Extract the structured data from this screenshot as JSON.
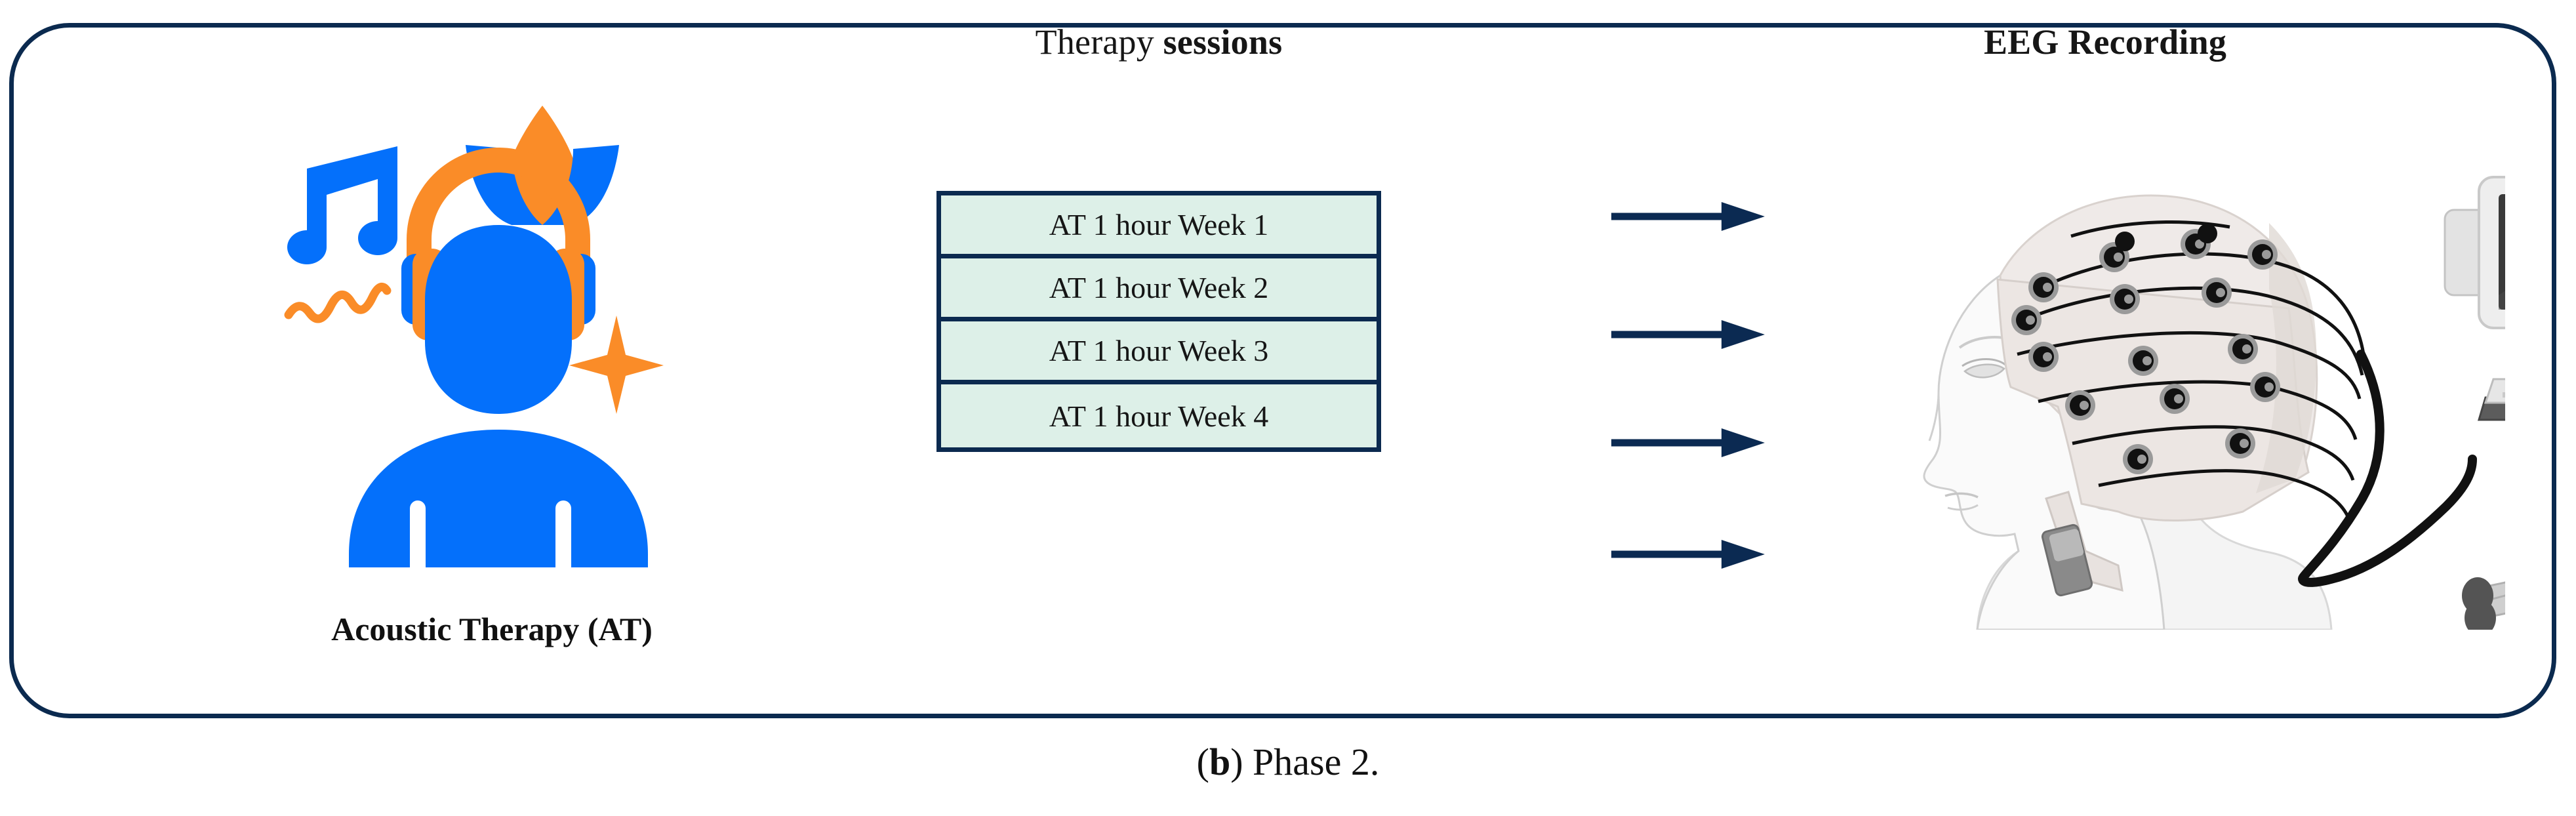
{
  "panel": {
    "border_color": "#0b2a4f",
    "background": "#ffffff"
  },
  "headings": {
    "therapy_prefix": "Therapy ",
    "therapy_bold": "sessions",
    "eeg": "EEG Recording"
  },
  "acoustic": {
    "label": "Acoustic Therapy (AT)",
    "icon_name": "person-with-headphones-icon",
    "colors": {
      "blue": "#0470fb",
      "orange": "#fa8c28"
    },
    "decorations": [
      "music-note-icon",
      "sound-wave-squiggle-icon",
      "lotus-flame-icon",
      "sparkle-icon"
    ]
  },
  "sessions": {
    "fill_color": "#ddf0e8",
    "border_color": "#0b2a4f",
    "items": [
      {
        "label": "AT 1 hour Week 1"
      },
      {
        "label": "AT 1 hour Week 2"
      },
      {
        "label": "AT 1 hour Week 3"
      },
      {
        "label": "AT 1 hour Week 4"
      }
    ]
  },
  "arrows": {
    "color": "#0b2a52",
    "count": 4,
    "direction": "right"
  },
  "eeg": {
    "icon_name": "eeg-cap-head-with-monitor-cart-icon",
    "electrode_count": 15,
    "monitor_screen_color": "#3a3a3a",
    "cap_color": "#ece7e5"
  },
  "caption": {
    "bold_part": "b",
    "prefix": "(",
    "suffix": ") Phase 2."
  }
}
